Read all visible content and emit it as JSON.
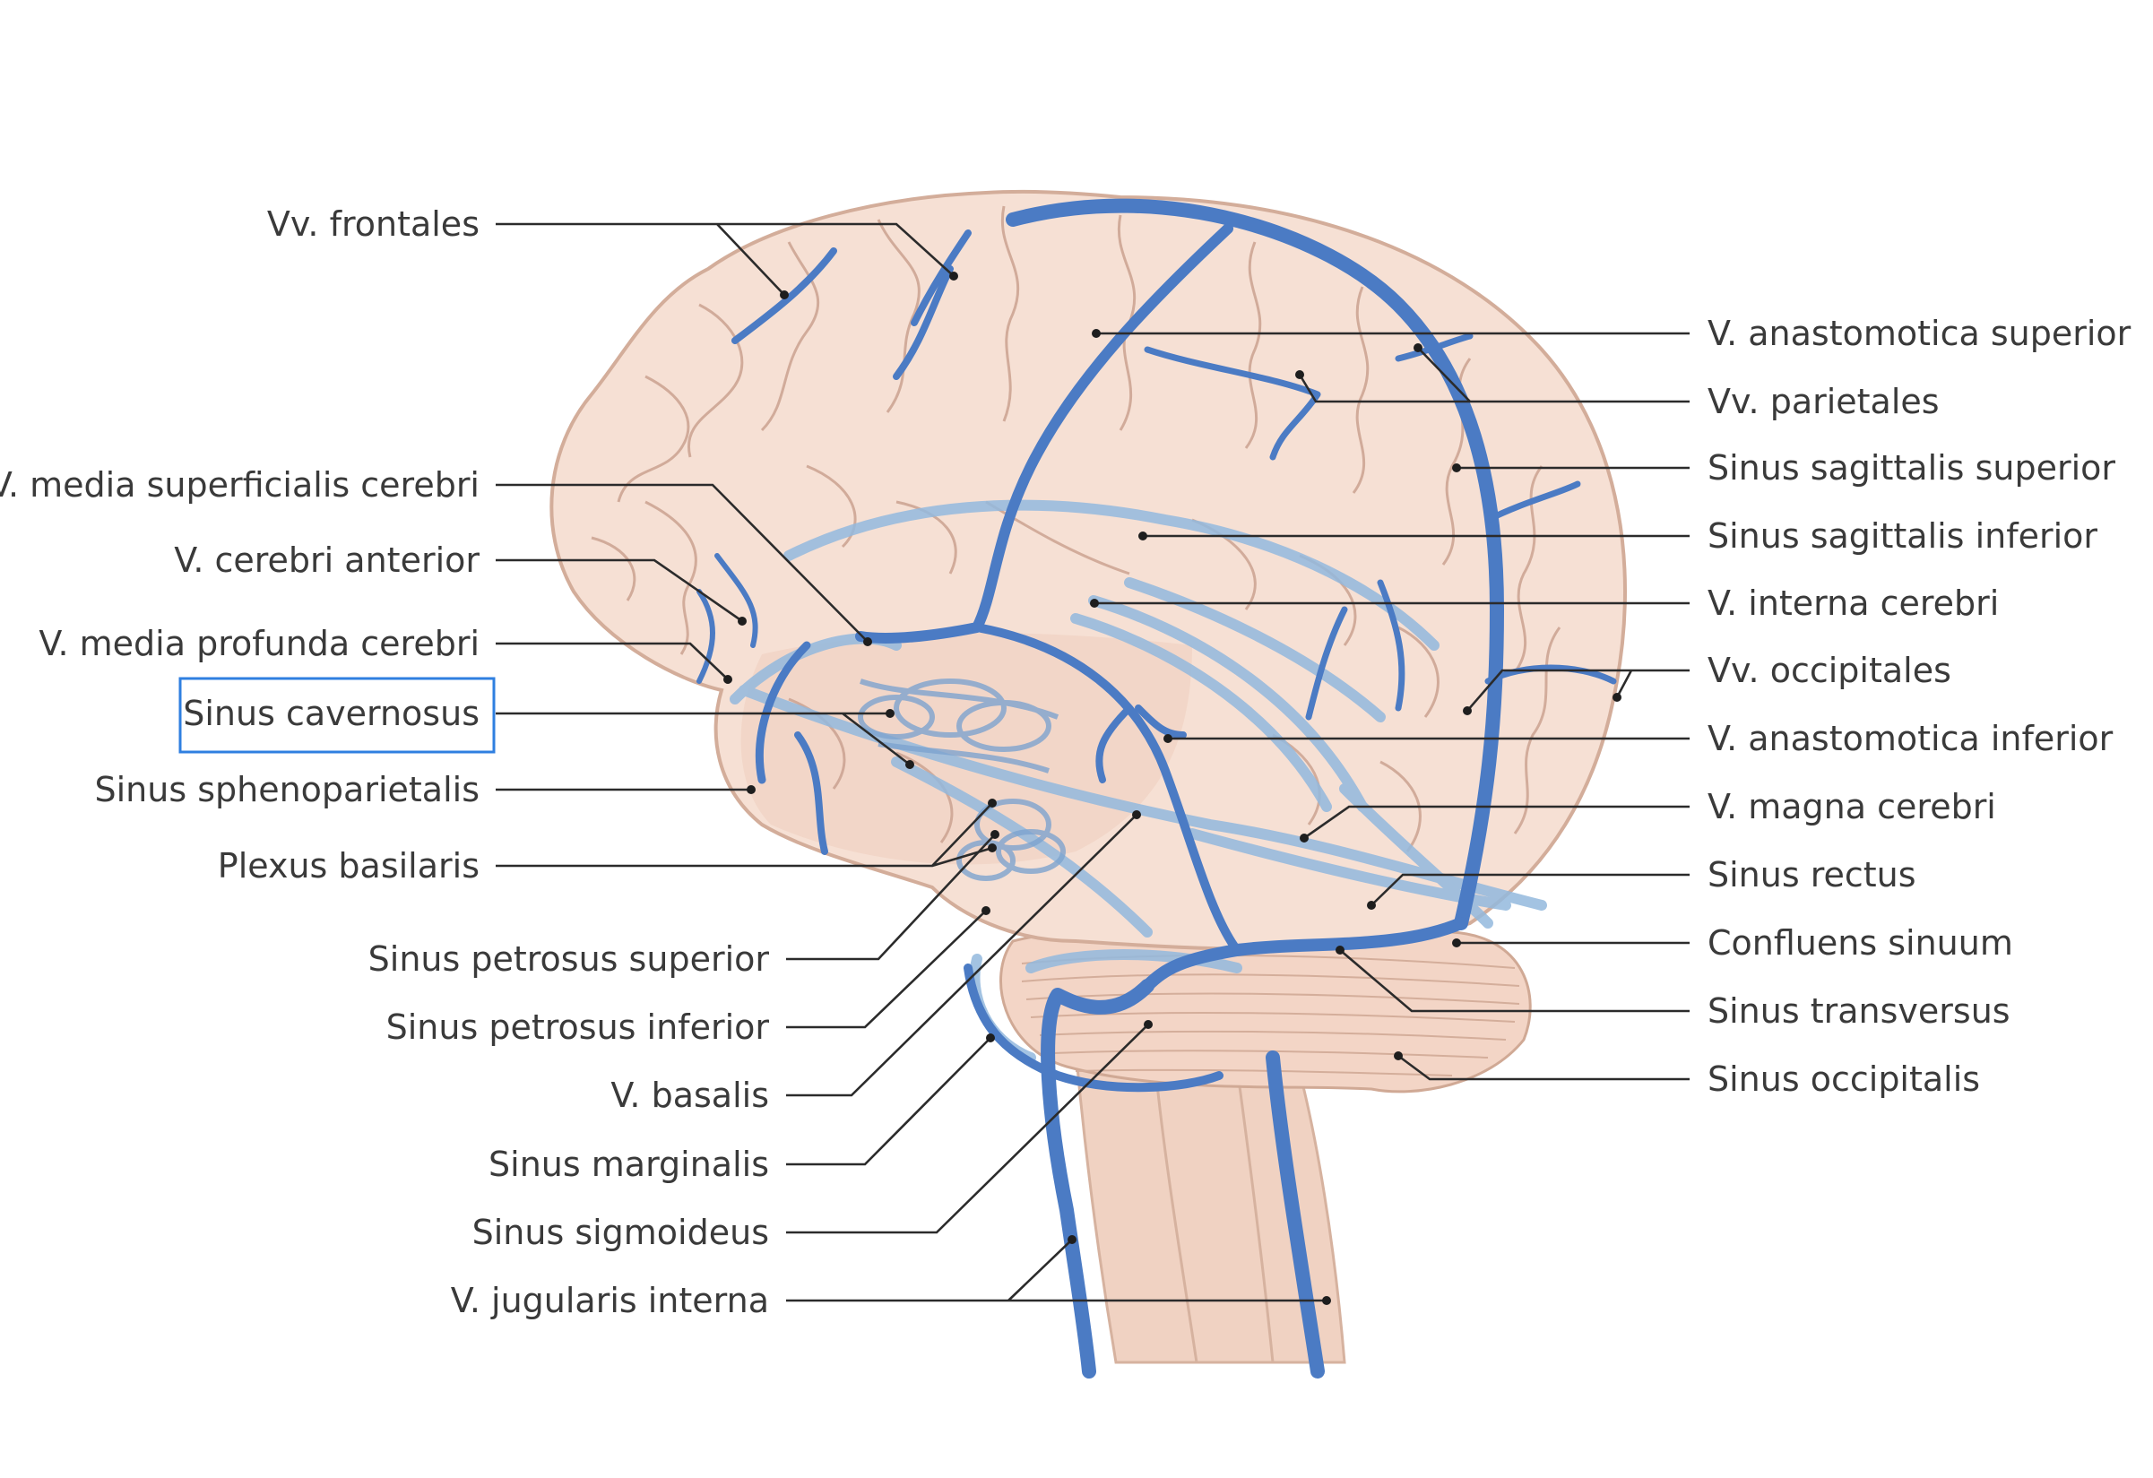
{
  "colors": {
    "background": "#ffffff",
    "brain": "#f5ddd1",
    "brain_outline": "#d9b8a6",
    "gyri": "#c99f8d",
    "vein_superficial": "#4b7bc4",
    "vein_deep": "#93b9de",
    "highlight_box": "#2f7fe0",
    "label_text": "#3a3a3a",
    "leader_line": "#2b2b2b"
  },
  "labels_left": [
    {
      "id": "vv-frontales",
      "text": "Vv. frontales"
    },
    {
      "id": "v-media-superficialis-cerebri",
      "text": "V. media superficialis cerebri"
    },
    {
      "id": "v-cerebri-anterior",
      "text": "V. cerebri anterior"
    },
    {
      "id": "v-media-profunda-cerebri",
      "text": "V. media profunda cerebri"
    },
    {
      "id": "sinus-cavernosus",
      "text": "Sinus cavernosus",
      "highlighted": true
    },
    {
      "id": "sinus-sphenoparietalis",
      "text": "Sinus sphenoparietalis"
    },
    {
      "id": "plexus-basilaris",
      "text": "Plexus basilaris"
    },
    {
      "id": "sinus-petrosus-superior",
      "text": "Sinus petrosus superior"
    },
    {
      "id": "sinus-petrosus-inferior",
      "text": "Sinus petrosus inferior"
    },
    {
      "id": "v-basalis",
      "text": "V. basalis"
    },
    {
      "id": "sinus-marginalis",
      "text": "Sinus marginalis"
    },
    {
      "id": "sinus-sigmoideus",
      "text": "Sinus sigmoideus"
    },
    {
      "id": "v-jugularis-interna",
      "text": "V. jugularis interna"
    }
  ],
  "labels_right": [
    {
      "id": "v-anastomotica-superior",
      "text": "V. anastomotica superior"
    },
    {
      "id": "vv-parietales",
      "text": "Vv. parietales"
    },
    {
      "id": "sinus-sagittalis-superior",
      "text": "Sinus sagittalis superior"
    },
    {
      "id": "sinus-sagittalis-inferior",
      "text": "Sinus sagittalis inferior"
    },
    {
      "id": "v-interna-cerebri",
      "text": "V. interna cerebri"
    },
    {
      "id": "vv-occipitales",
      "text": "Vv. occipitales"
    },
    {
      "id": "v-anastomotica-inferior",
      "text": "V. anastomotica inferior"
    },
    {
      "id": "v-magna-cerebri",
      "text": "V. magna cerebri"
    },
    {
      "id": "sinus-rectus",
      "text": "Sinus rectus"
    },
    {
      "id": "confluens-sinuum",
      "text": "Confluens sinuum"
    },
    {
      "id": "sinus-transversus",
      "text": "Sinus transversus"
    },
    {
      "id": "sinus-occipitalis",
      "text": "Sinus occipitalis"
    }
  ]
}
